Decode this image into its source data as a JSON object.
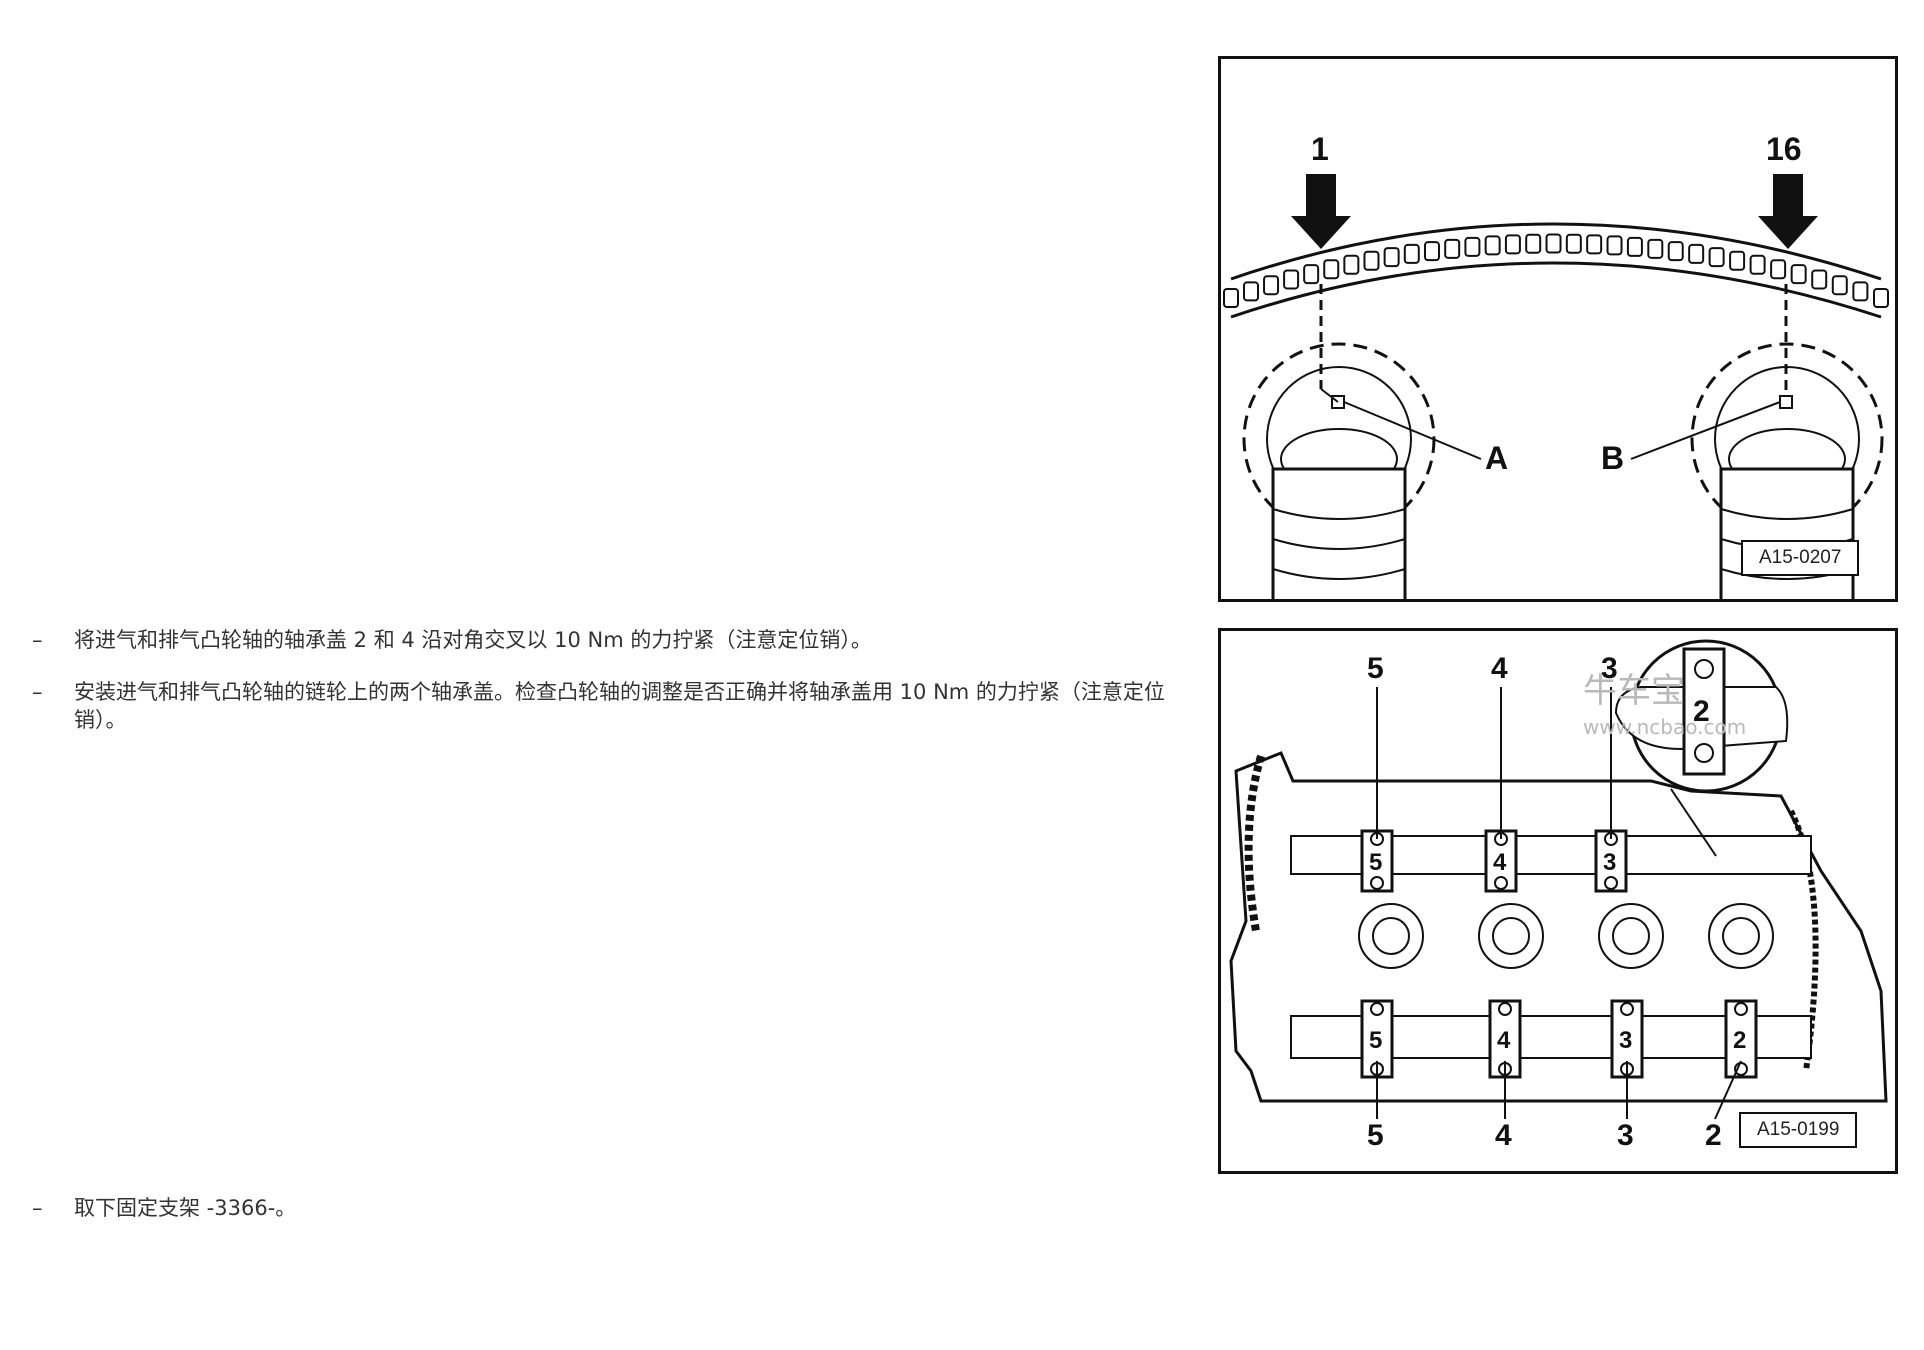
{
  "steps": [
    {
      "bullet": "–",
      "text": "将进气和排气凸轮轴的轴承盖 2 和 4 沿对角交叉以 10 Nm 的力拧紧（注意定位销）。"
    },
    {
      "bullet": "–",
      "text": "安装进气和排气凸轮轴的链轮上的两个轴承盖。检查凸轮轴的调整是否正确并将轴承盖用 10 Nm 的力拧紧（注意定位销）。"
    },
    {
      "bullet": "–",
      "text": "取下固定支架 -3366-。"
    }
  ],
  "figure_top": {
    "id": "A15-0207",
    "labels": {
      "arrow_left": "1",
      "arrow_right": "16",
      "mark_a": "A",
      "mark_b": "B"
    }
  },
  "figure_bottom": {
    "id": "A15-0199",
    "top_labels": [
      "5",
      "4",
      "3"
    ],
    "inset_label": "2",
    "bottom_labels": [
      "5",
      "4",
      "3",
      "2"
    ],
    "cap_upper": [
      "5",
      "4",
      "3"
    ],
    "cap_lower": [
      "5",
      "4",
      "3",
      "2"
    ]
  },
  "watermark": {
    "brand": "牛车宝",
    "url": "www.ncbao.com"
  }
}
